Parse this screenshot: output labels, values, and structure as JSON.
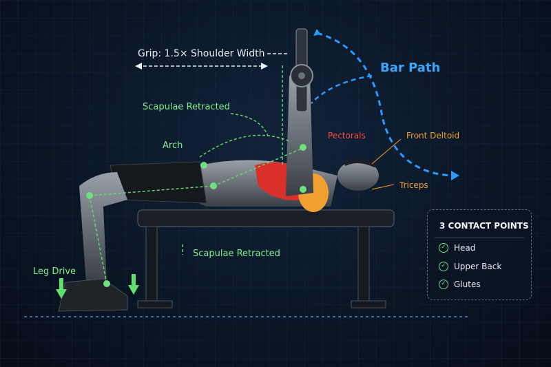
{
  "labels": {
    "grip": "Grip: 1.5× Shoulder Width",
    "bar_path": "Bar Path",
    "scapulae_top": "Scapulae Retracted",
    "arch": "Arch",
    "pectorals": "Pectorals",
    "front_deltoid": "Front Deltoid",
    "triceps": "Triceps",
    "scapulae_bottom": "Scapulae Retracted",
    "leg_drive": "Leg Drive"
  },
  "contact_panel": {
    "title": "3 CONTACT POINTS",
    "items": [
      "Head",
      "Upper Back",
      "Glutes"
    ]
  },
  "colors": {
    "accent_green": "#7df08a",
    "bar_path_blue": "#2a9bff",
    "pectoral_red": "#e8322a",
    "deltoid_orange": "#f2a32a",
    "background": "#0a1626"
  }
}
